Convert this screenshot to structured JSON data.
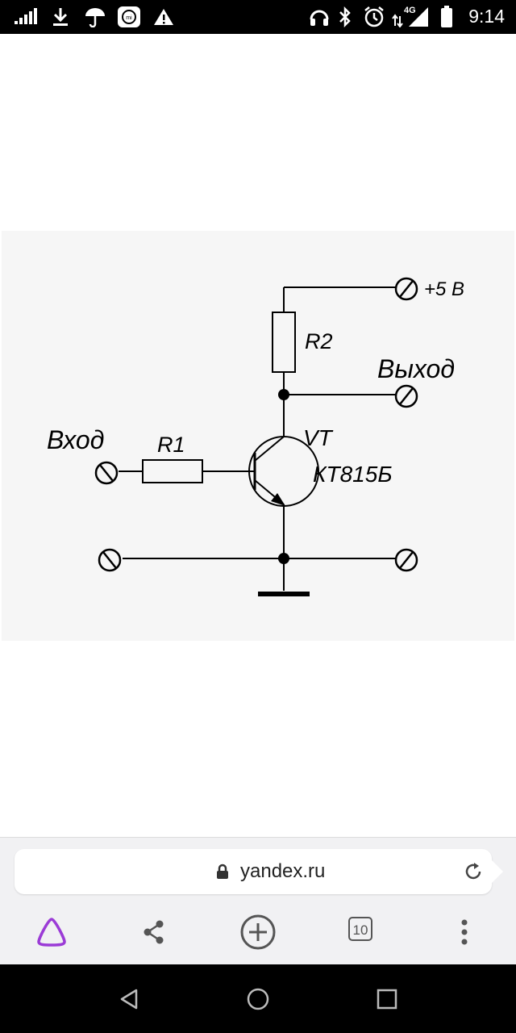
{
  "status_bar": {
    "time": "9:14",
    "network": "4G",
    "icons": [
      "signal-bars-icon",
      "download-icon",
      "umbrella-icon",
      "mi-app-icon",
      "warning-icon",
      "headphones-icon",
      "bluetooth-icon",
      "alarm-icon",
      "data-arrows-icon",
      "cell-signal-icon",
      "battery-icon"
    ]
  },
  "circuit": {
    "supply_label": "+5 В",
    "r2_label": "R2",
    "output_label": "Выход",
    "input_label": "Вход",
    "r1_label": "R1",
    "vt_label": "VT",
    "part_label": "КТ815Б"
  },
  "browser": {
    "url": "yandex.ru",
    "tab_count": "10",
    "toolbar_icons": [
      "alice-icon",
      "share-icon",
      "new-tab-icon",
      "tabs-icon",
      "more-icon"
    ],
    "alice_color": "#9b3bd6"
  },
  "nav_bar": {
    "buttons": [
      "back-icon",
      "home-icon",
      "recents-icon"
    ]
  }
}
